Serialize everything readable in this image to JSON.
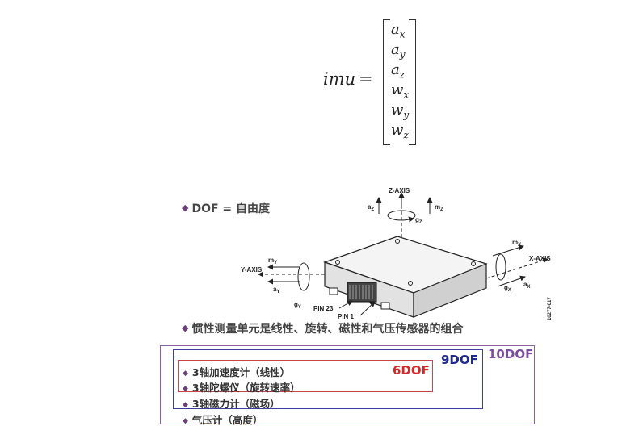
{
  "equation": {
    "lhs": "imu",
    "eq": "=",
    "entries": [
      {
        "base": "a",
        "sub": "x"
      },
      {
        "base": "a",
        "sub": "y"
      },
      {
        "base": "a",
        "sub": "z"
      },
      {
        "base": "w",
        "sub": "x"
      },
      {
        "base": "w",
        "sub": "y"
      },
      {
        "base": "w",
        "sub": "z"
      }
    ]
  },
  "dof_definition": "DOF = 自由度",
  "imu_description": "惯性测量单元是线性、旋转、磁性和气压传感器的组合",
  "sensors": [
    "3轴加速度计（线性）",
    "3轴陀螺仪（旋转速率）",
    "3轴磁力计（磁场）",
    "气压计（高度）"
  ],
  "groups": {
    "dof6": "6DOF",
    "dof9": "9DOF",
    "dof10": "10DOF"
  },
  "colors": {
    "dof6": "#d62828",
    "dof9": "#1f2a8c",
    "dof10": "#7b4ea0",
    "bullet": "#6b3f7a"
  },
  "figure": {
    "z_axis": "Z-AXIS",
    "x_axis": "X-AXIS",
    "y_axis": "Y-AXIS",
    "az": "a",
    "az_sub": "Z",
    "gz": "g",
    "gz_sub": "Z",
    "mz": "m",
    "mz_sub": "Z",
    "mx": "m",
    "mx_sub": "X",
    "gx": "g",
    "gx_sub": "X",
    "ax": "a",
    "ax_sub": "X",
    "my": "m",
    "my_sub": "Y",
    "ay": "a",
    "ay_sub": "Y",
    "gy": "g",
    "gy_sub": "Y",
    "pin23": "PIN 23",
    "pin1": "PIN 1",
    "fig_id": "10277-017"
  }
}
